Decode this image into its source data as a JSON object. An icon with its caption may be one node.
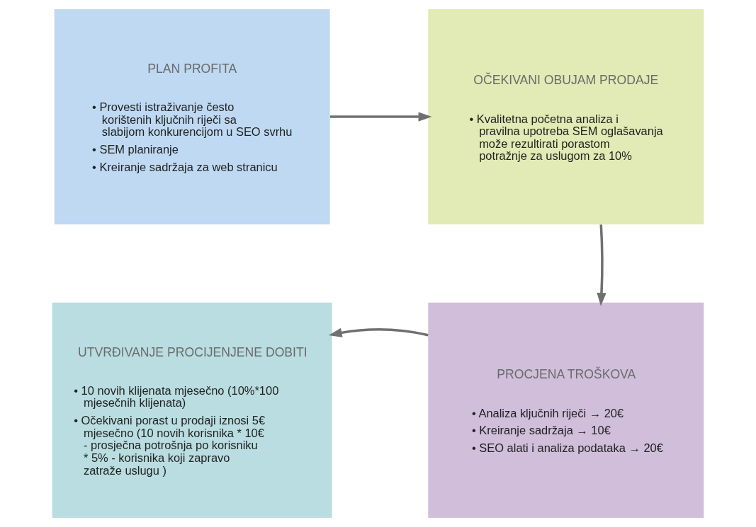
{
  "diagram": {
    "nodes": [
      {
        "text": [
          "PLAN PROFITA",
          "• Provesti istraživanje često korištenih ključnih riječi sa slabijom konkurencijom u SEO svrhu",
          "• SEM planiranje",
          "• Kreiranje sadržaja za web stranicu"
        ]
      },
      {
        "text": [
          "OČEKIVANI OBUJAM PRODAJE",
          "• Kvalitetna početna analiza i pravilna upotreba SEM oglašavanja može rezultirati porastom potražnje za uslugom za 10%"
        ]
      },
      {
        "text": [
          "PROCJENA TROŠKOVA",
          "• Analiza ključnih riječi → 20€",
          "• Kreiranje sadržaja → 10€",
          "• SEO alati i analiza podataka → 20€"
        ]
      },
      {
        "text": [
          "UTVRĐIVANJE PROCIJENJENE DOBITI",
          "• 10 novih klijenata mjesečno (10%*100 mjesečnih klijenata)",
          "• Očekivani porast u prodaji iznosi 5€ mjesečno (10 novih korisnika * 10€ - prosječna potrošnja po korisniku * 5% - korisnika koji zapravo zatraže uslugu )"
        ]
      }
    ],
    "edges": [
      {
        "from": 0,
        "to": 1,
        "arrow": "to"
      },
      {
        "from": 1,
        "to": 2,
        "arrow": "to"
      },
      {
        "from": 2,
        "to": 3,
        "arrow": "to"
      }
    ]
  }
}
